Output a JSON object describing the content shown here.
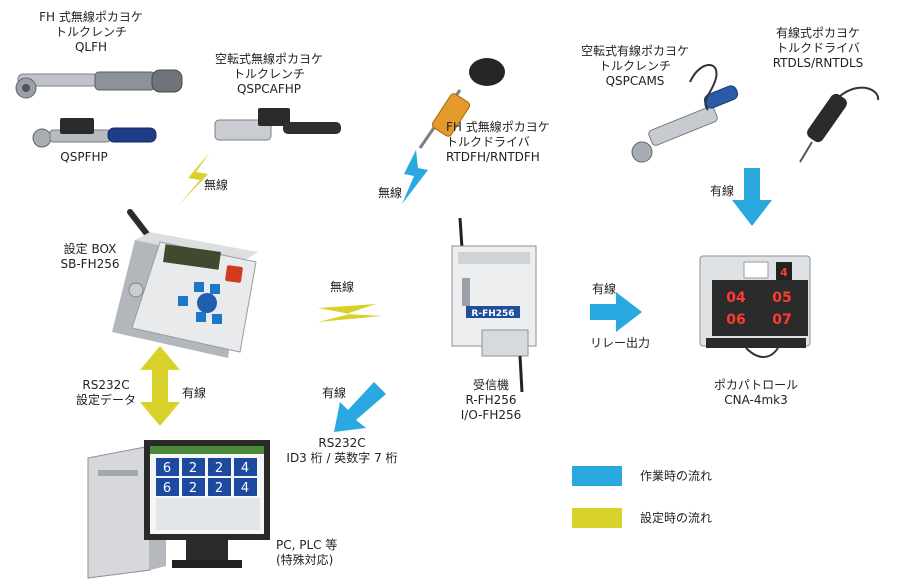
{
  "colors": {
    "work_flow": "#2aa9e0",
    "setting_flow": "#d8d12a"
  },
  "devices": {
    "qlfh": {
      "lines": [
        "FH 式無線ポカヨケ",
        "トルクレンチ",
        "QLFH"
      ]
    },
    "qspfhp": {
      "lines": [
        "QSPFHP"
      ]
    },
    "qspcafhp": {
      "lines": [
        "空転式無線ポカヨケ",
        "トルクレンチ",
        "QSPCAFHP"
      ]
    },
    "rtdfh": {
      "lines": [
        "FH 式無線ポカヨケ",
        "トルクドライバ",
        "RTDFH/RNTDFH"
      ]
    },
    "qspcams": {
      "lines": [
        "空転式有線ポカヨケ",
        "トルクレンチ",
        "QSPCAMS"
      ]
    },
    "rtdls": {
      "lines": [
        "有線式ポカヨケ",
        "トルクドライバ",
        "RTDLS/RNTDLS"
      ]
    },
    "setbox": {
      "lines": [
        "設定 BOX",
        "SB-FH256"
      ]
    },
    "receiver": {
      "lines": [
        "受信機",
        "R-FH256",
        "I/O-FH256"
      ]
    },
    "patrol": {
      "lines": [
        "ポカパトロール",
        "CNA-4mk3"
      ]
    },
    "pc": {
      "lines": [
        "PC, PLC 等",
        "(特殊対応)"
      ]
    }
  },
  "links": {
    "wireless_1": "無線",
    "wireless_2": "無線",
    "wireless_3": "無線",
    "wired_1": "有線",
    "wired_2": "有線",
    "wired_relay": "有線",
    "relay_output": "リレー出力",
    "rs232c_setting": [
      "RS232C",
      "設定データ"
    ],
    "wired_rs": "有線",
    "rs232c_out": [
      "RS232C",
      "ID3 桁 / 英数字 7 桁"
    ]
  },
  "device_text": {
    "receiver_model": "R-FH256",
    "patrol_digits": [
      "04",
      "05",
      "06",
      "07"
    ],
    "patrol_channel": "4",
    "pc_cells": [
      "6",
      "2",
      "2",
      "4",
      "6",
      "2",
      "2",
      "4"
    ]
  },
  "legend": [
    {
      "label": "作業時の流れ",
      "color": "#2aa9e0"
    },
    {
      "label": "設定時の流れ",
      "color": "#d8d12a"
    }
  ]
}
